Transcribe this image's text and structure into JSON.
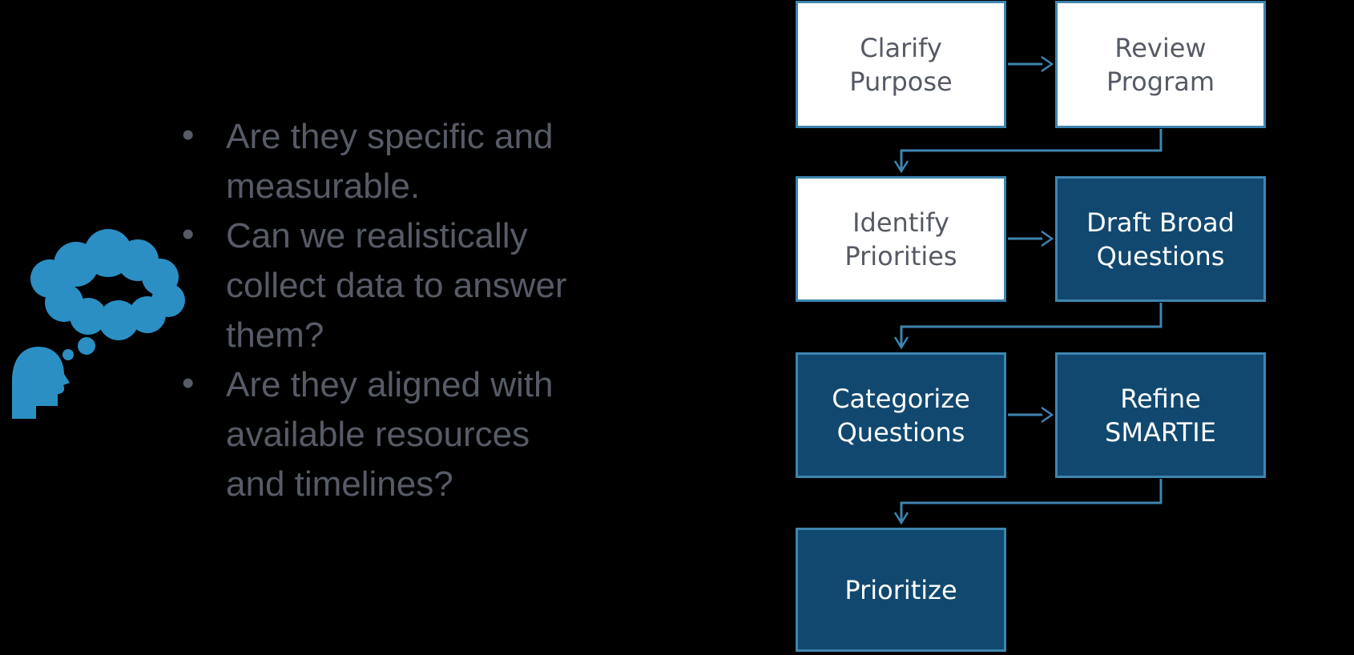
{
  "slide": {
    "background_color": "#000000"
  },
  "thought_panel": {
    "icon_name": "thinking-head-icon",
    "icon_color": "#2B8FC4",
    "text_color": "#565B66",
    "bullet_char": "•",
    "bullets": [
      {
        "text": "Are they specific and\nmeasurable."
      },
      {
        "text": "Can we realistically\ncollect data to answer\nthem?"
      },
      {
        "text": "Are they aligned with\navailable resources\nand timelines?"
      }
    ]
  },
  "flowchart": {
    "colors": {
      "connector": "#3E85B0",
      "box_border": "#3E85B0",
      "light_fill": "#FFFFFF",
      "light_text": "#555A64",
      "dark_fill": "#11486F",
      "dark_text": "#FFFFFF"
    },
    "nodes": [
      {
        "label": "Clarify\nPurpose",
        "variant": "light"
      },
      {
        "label": "Review\nProgram",
        "variant": "light"
      },
      {
        "label": "Identify\nPriorities",
        "variant": "light"
      },
      {
        "label": "Draft Broad\nQuestions",
        "variant": "dark"
      },
      {
        "label": "Categorize\nQuestions",
        "variant": "dark"
      },
      {
        "label": "Refine\nSMARTIE",
        "variant": "dark"
      },
      {
        "label": "Prioritize",
        "variant": "dark"
      }
    ]
  }
}
